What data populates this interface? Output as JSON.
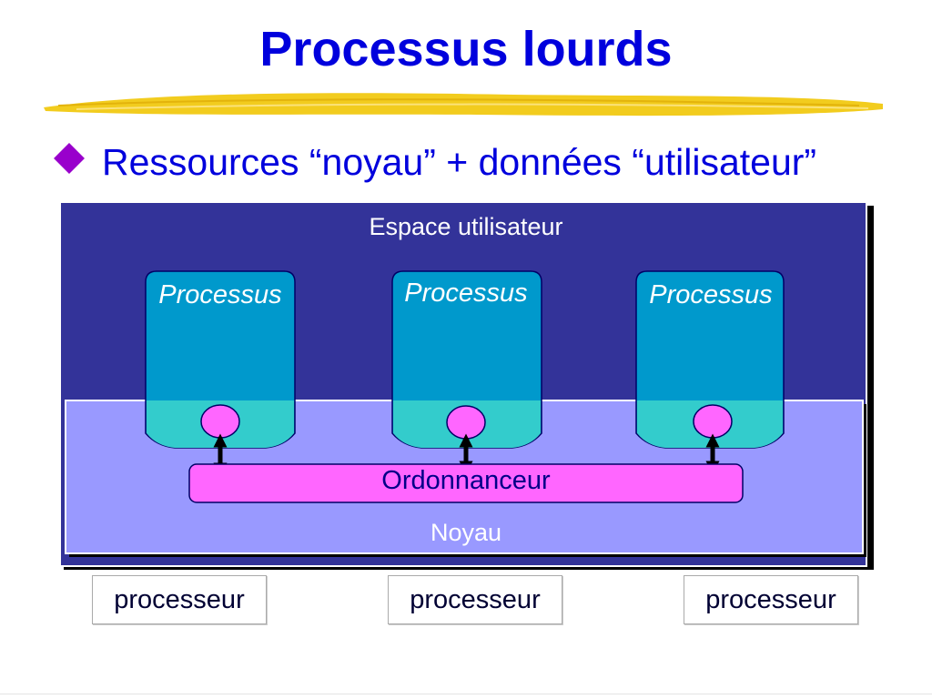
{
  "title": "Processus lourds",
  "bullet": "Ressources “noyau” + données “utilisateur”",
  "diagram": {
    "user_space_label": "Espace utilisateur",
    "kernel_label": "Noyau",
    "scheduler_label": "Ordonnanceur",
    "processes": [
      "Processus",
      "Processus",
      "Processus"
    ]
  },
  "processors": [
    "processeur",
    "processeur",
    "processeur"
  ],
  "colors": {
    "title": "#0000dd",
    "bullet_diamond": "#9900cc",
    "user_space": "#333399",
    "kernel": "#9999ff",
    "process_body": "#0099cc",
    "process_base": "#33cccc",
    "scheduler": "#ff66ff",
    "underline": "#f2cc1e"
  }
}
